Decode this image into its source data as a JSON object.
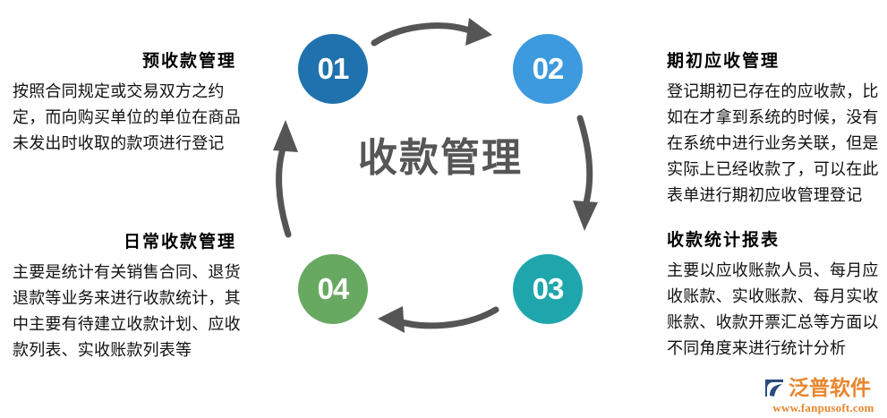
{
  "center": {
    "title_line_1": "收款管理",
    "title_color": "#565656"
  },
  "steps": [
    {
      "number": "01",
      "color": "#1f72ad"
    },
    {
      "number": "02",
      "color": "#3d9ade"
    },
    {
      "number": "03",
      "color": "#1fa6ad"
    },
    {
      "number": "04",
      "color": "#68a962"
    }
  ],
  "blocks": {
    "prepay": {
      "title": "预收款管理",
      "body": "按照合同规定或交易双方之约定，而向购买单位的单位在商品未发出时收取的款项进行登记"
    },
    "opening": {
      "title": "期初应收管理",
      "body": "登记期初已存在的应收款，比如在才拿到系统的时候，没有在系统中进行业务关联，但是实际上已经收款了，可以在此表单进行期初应收管理登记"
    },
    "daily": {
      "title": "日常收款管理",
      "body": "主要是统计有关销售合同、退货退款等业务来进行收款统计，其中主要有待建立收款计划、应收款列表、实收账款列表等"
    },
    "report": {
      "title": "收款统计报表",
      "body": "主要以应收账款人员、每月应收账款、实收账款、每月实收账款、收款开票汇总等方面以不同角度来进行统计分析"
    }
  },
  "arrows": {
    "top": "arrow-curved-right",
    "right": "arrow-curved-down",
    "bottom": "arrow-curved-left",
    "left": "arrow-curved-up",
    "color": "#555555"
  },
  "logo": {
    "wordmark": "泛普软件",
    "url": "www.fanpusoft.com",
    "mark_color": "#2b4b7e",
    "text_color": "#e8862c"
  }
}
